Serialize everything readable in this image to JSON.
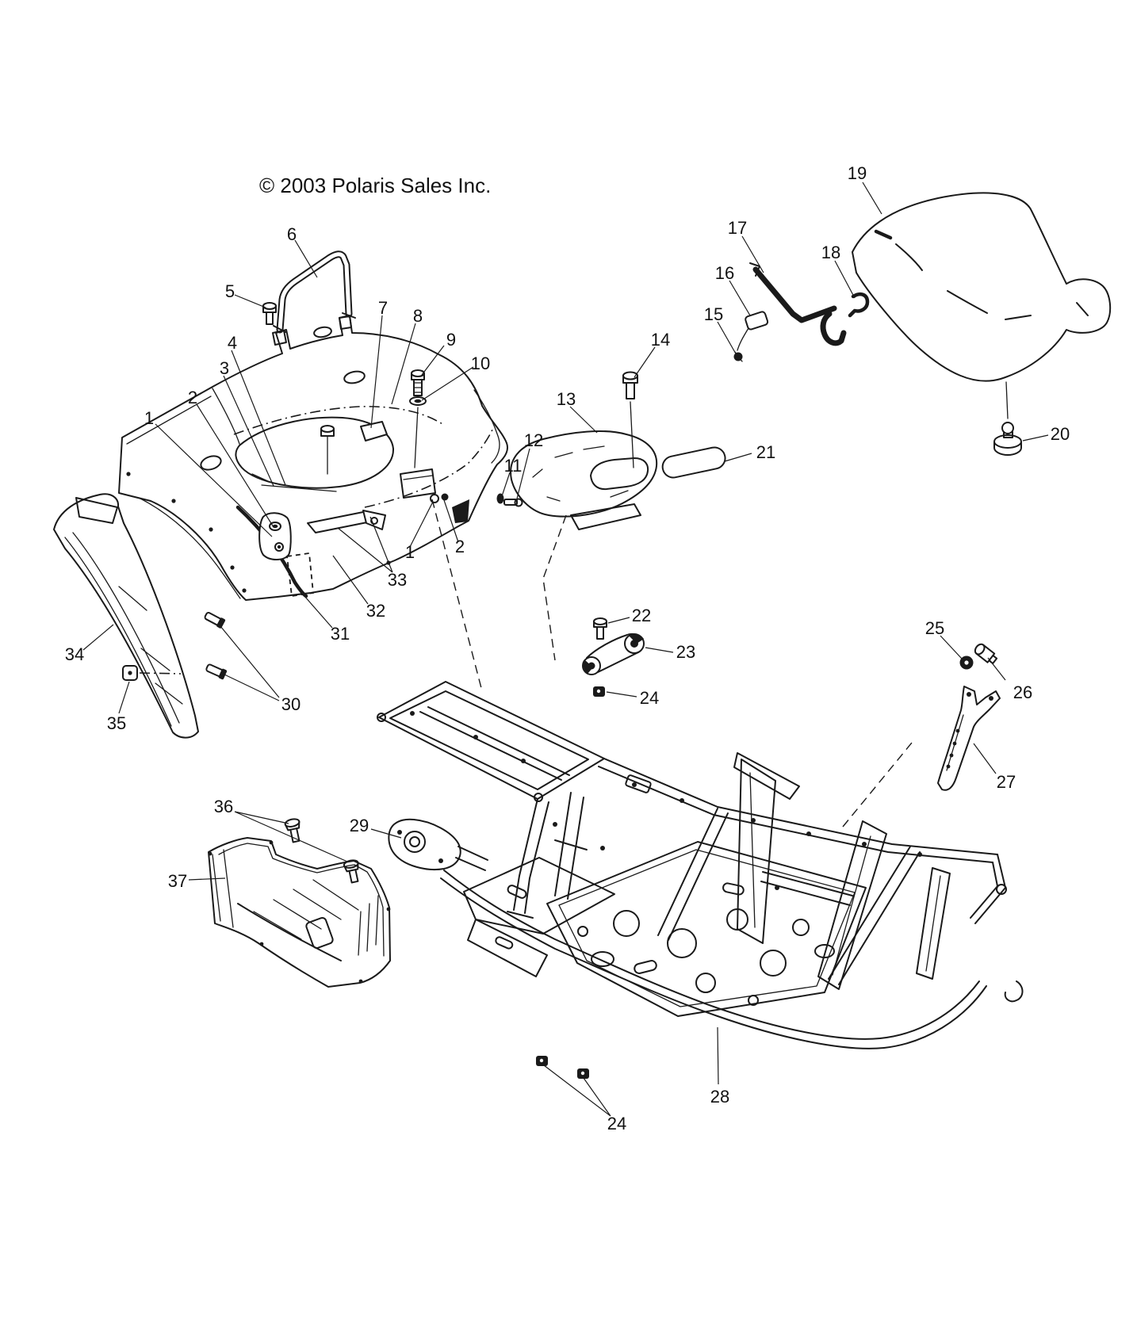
{
  "copyright": "© 2003 Polaris Sales Inc.",
  "colors": {
    "background": "#ffffff",
    "line": "#1a1a1a"
  },
  "callouts": [
    {
      "label": "1"
    },
    {
      "label": "2"
    },
    {
      "label": "3"
    },
    {
      "label": "4"
    },
    {
      "label": "5"
    },
    {
      "label": "6"
    },
    {
      "label": "7"
    },
    {
      "label": "8"
    },
    {
      "label": "9"
    },
    {
      "label": "10"
    },
    {
      "label": "11"
    },
    {
      "label": "12"
    },
    {
      "label": "13"
    },
    {
      "label": "14"
    },
    {
      "label": "15"
    },
    {
      "label": "16"
    },
    {
      "label": "17"
    },
    {
      "label": "18"
    },
    {
      "label": "19"
    },
    {
      "label": "20"
    },
    {
      "label": "21"
    },
    {
      "label": "22"
    },
    {
      "label": "23"
    },
    {
      "label": "24"
    },
    {
      "label": "25"
    },
    {
      "label": "26"
    },
    {
      "label": "27"
    },
    {
      "label": "28"
    },
    {
      "label": "29"
    },
    {
      "label": "30"
    },
    {
      "label": "31"
    },
    {
      "label": "32"
    },
    {
      "label": "33"
    },
    {
      "label": "34"
    },
    {
      "label": "35"
    },
    {
      "label": "36"
    },
    {
      "label": "37"
    },
    {
      "label": "1"
    },
    {
      "label": "2"
    },
    {
      "label": "24"
    }
  ]
}
